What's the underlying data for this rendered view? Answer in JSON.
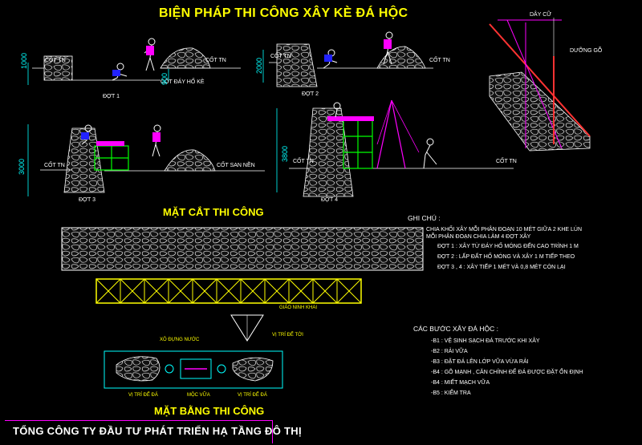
{
  "title": "BIỆN PHÁP THI CÔNG XÂY KÈ ĐÁ HỘC",
  "section_cut": "MẶT CẮT THI CÔNG",
  "section_plan": "MẶT BẰNG THI CÔNG",
  "footer": "TỔNG CÔNG TY ĐẦU TƯ PHÁT TRIỂN HẠ TẦNG ĐÔ THỊ",
  "stages": {
    "dot1": "ĐỢT 1",
    "dot2": "ĐỢT 2",
    "dot3": "ĐỢT 3",
    "dot4": "ĐỢT 4"
  },
  "labels": {
    "cot_tn": "CỐT TN",
    "cot_day_ho_ke": "CỐT ĐÁY HỐ KÈ",
    "cot_san_nen": "CỐT SAN NỀN",
    "day_cu": "DÂY CỮ",
    "duong_go": "DƯỠNG GỖ",
    "giao_ninh_khai": "GIÁO NINH KHAI",
    "vi_tri_de_toi": "VỊ TRÍ ĐỂ TỜI",
    "xo_dung_nuoc": "XÔ ĐỰNG NƯỚC",
    "vi_tri_de_da_1": "VỊ TRÍ ĐỂ ĐÁ",
    "moc_vua": "MỘC VỮA",
    "vi_tri_de_da_2": "VỊ TRÍ ĐỂ ĐÁ",
    "dim_1000": "1000",
    "dim_900": "900",
    "dim_2000": "2000",
    "dim_3000": "3000",
    "dim_3800": "3800"
  },
  "notes": {
    "heading": "GHI CHÚ :",
    "lines": [
      "CHIA KHỐI XÂY MỖI PHÂN ĐOẠN 10 MÉT GIỮA 2 KHE LÚN",
      "MỖI PHÂN ĐOẠN CHIA LÀM 4 ĐỢT XÂY",
      "ĐỢT 1 : XÂY TỪ ĐÁY HỐ MÓNG ĐẾN CAO TRÌNH 1 M",
      "ĐỢT 2 : LẤP ĐẤT HỐ MÓNG VÀ XÂY 1 M TIẾP THEO",
      "ĐỢT 3 , 4 : XÂY TIẾP 1 MÉT VÀ 0,8 MÉT CÒN LẠI"
    ]
  },
  "steps": {
    "heading": "CÁC BƯỚC XÂY ĐÁ HỘC :",
    "lines": [
      "-B1 : VỆ SINH SẠCH ĐÁ TRƯỚC KHI XÂY",
      "-B2 : RẢI VỮA",
      "-B3 : ĐẶT ĐÁ LÊN LỚP VỮA VỪA RẢI",
      "-B4 : GÕ MẠNH , CĂN CHỈNH ĐỂ ĐÁ ĐƯỢC ĐẶT ỔN ĐỊNH",
      "-B4 : MIẾT MẠCH VỮA",
      "-B5 : KIỂM TRA"
    ]
  },
  "colors": {
    "background": "#000000",
    "title": "#ffff00",
    "dimension": "#00ffff",
    "scaffold": "#00ff00",
    "rope": "#ff00ff",
    "formwork": "#ff3333",
    "stone_outline": "#ffffff"
  }
}
